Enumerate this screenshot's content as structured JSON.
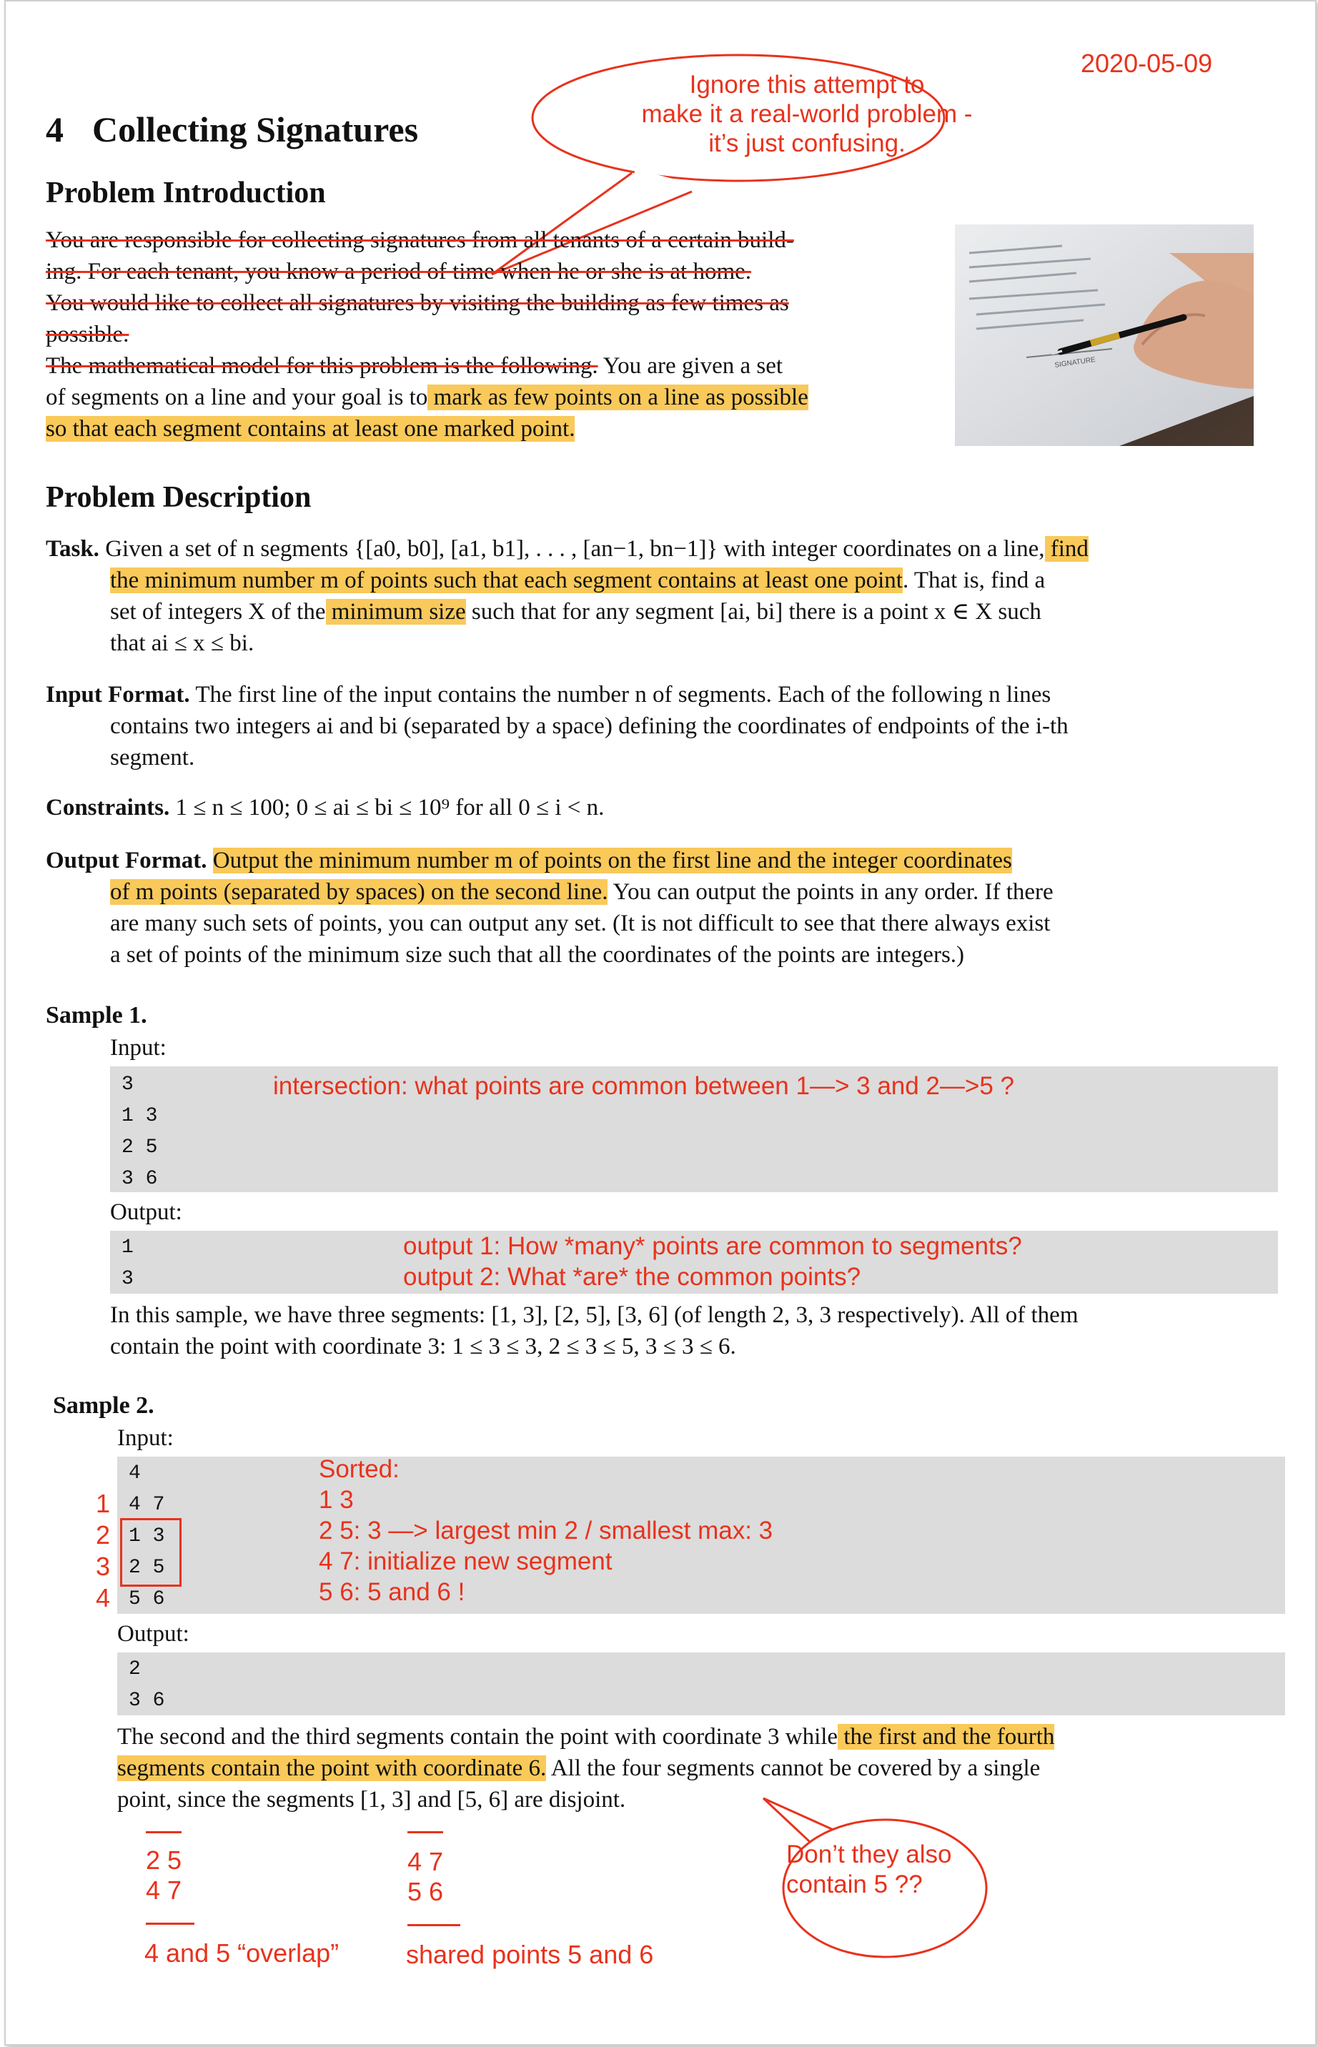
{
  "date": "2020-05-09",
  "section": {
    "number": "4",
    "title": "Collecting Signatures"
  },
  "intro": {
    "heading": "Problem Introduction",
    "struck_lines": [
      "You are responsible for collecting signatures from all tenants of a certain build-",
      "ing. For each tenant, you know a period of time when he or she is at home.",
      "You would like to collect all signatures by visiting the building as few times as",
      "possible."
    ],
    "struck_model": "The mathematical model for this problem is the following.",
    "rest_1": " You are given a set",
    "line_2_plain": "of segments on a line and your goal is to",
    "line_2_hl": " mark as few points on a line as possible",
    "line_3_hl": "so that each segment contains at least one marked point.",
    "bubble": [
      "Ignore this attempt to",
      "make it a real-world problem -",
      "it’s just confusing."
    ],
    "photo_label": "SIGNATURE"
  },
  "description": {
    "heading": "Problem Description",
    "task_label": "Task.",
    "task_l1_a": "Given a set of n segments {[a0, b0], [a1, b1], . . . , [an−1, bn−1]} with integer coordinates on a line,",
    "task_l1_hl": " find",
    "task_l2_hl": "the minimum number m of points such that each segment contains at least one point",
    "task_l2_b": ". That is, find a",
    "task_l3_a": "set of integers X of the",
    "task_l3_hl": " minimum size",
    "task_l3_b": " such that for any segment [ai, bi] there is a point x ∈ X such",
    "task_l4": "that ai ≤ x ≤ bi.",
    "input_label": "Input Format.",
    "input_l1": "The first line of the input contains the number n of segments. Each of the following n lines",
    "input_l2": "contains two integers ai and bi (separated by a space) defining the coordinates of endpoints of the i-th",
    "input_l3": "segment.",
    "constraints_label": "Constraints.",
    "constraints_text": "1 ≤ n ≤ 100; 0 ≤ ai ≤ bi ≤ 10⁹ for all 0 ≤ i < n.",
    "output_label": "Output Format.",
    "output_l1_hl": "Output the minimum number m of points on the first line and the integer coordinates",
    "output_l2_hl": "of m points (separated by spaces) on the second line.",
    "output_l2_b": " You can output the points in any order. If there",
    "output_l3": "are many such sets of points, you can output any set. (It is not difficult to see that there always exist",
    "output_l4": "a set of points of the minimum size such that all the coordinates of the points are integers.)"
  },
  "sample1": {
    "title": "Sample 1.",
    "input_label": "Input:",
    "input_lines": [
      "3",
      "1 3",
      "2 5",
      "3 6"
    ],
    "input_note": "intersection: what points are common between 1—> 3 and 2—>5 ?",
    "output_label": "Output:",
    "output_lines": [
      "1",
      "3"
    ],
    "output_notes": [
      "output 1: How *many* points are common to segments?",
      "output 2: What *are* the common points?"
    ],
    "expl_l1": "In this sample, we have three segments: [1, 3], [2, 5], [3, 6] (of length 2, 3, 3 respectively). All of them",
    "expl_l2": "contain the point with coordinate 3: 1 ≤ 3 ≤ 3, 2 ≤ 3 ≤ 5, 3 ≤ 3 ≤ 6."
  },
  "sample2": {
    "title": "Sample 2.",
    "input_label": "Input:",
    "input_lines": [
      "4",
      "4 7",
      "1 3",
      "2 5",
      "5 6"
    ],
    "row_numbers": [
      "1",
      "2",
      "3",
      "4"
    ],
    "sorted_notes": [
      "Sorted:",
      "1 3",
      "2 5: 3 —> largest min 2 / smallest max: 3",
      "4 7: initialize new segment",
      "5 6: 5 and 6 !"
    ],
    "output_label": "Output:",
    "output_lines": [
      "2",
      "3 6"
    ],
    "expl_l1_a": "The second and the third segments contain the point with coordinate 3 while",
    "expl_l1_hl": " the first and the fourth",
    "expl_l2_hl": "segments contain the point with coordinate 6.",
    "expl_l2_b": " All the four segments cannot be covered by a single",
    "expl_l3": "point, since the segments [1, 3] and [5, 6] are disjoint.",
    "bubble": [
      "Don’t they also",
      "contain 5 ??"
    ],
    "overlap_left": {
      "lines": [
        "2 5",
        "4 7"
      ],
      "caption": "4 and 5 “overlap”"
    },
    "overlap_right": {
      "lines": [
        "4 7",
        "5 6"
      ],
      "caption": "shared points 5 and 6"
    }
  }
}
